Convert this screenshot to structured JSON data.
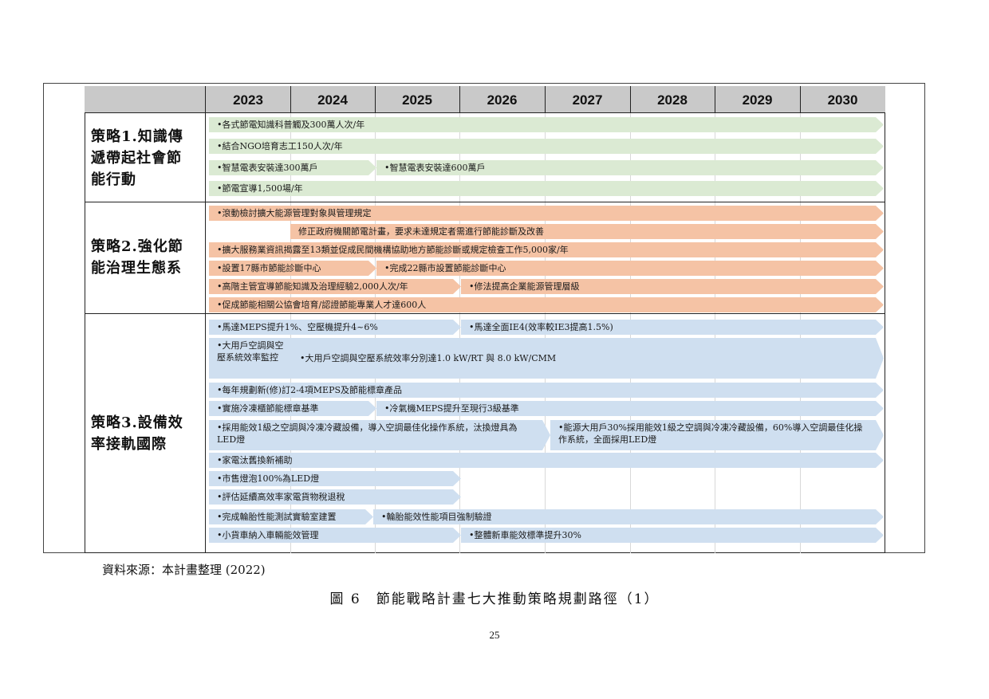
{
  "years": [
    "2023",
    "2024",
    "2025",
    "2026",
    "2027",
    "2028",
    "2029",
    "2030"
  ],
  "strategies": [
    {
      "label_lines": [
        "策略1.知識傳",
        "遞帶起社會節",
        "能行動"
      ]
    },
    {
      "label_lines": [
        "策略2.強化節",
        "能治理生態系"
      ]
    },
    {
      "label_lines": [
        "策略3.設備效",
        "率接軌國際"
      ]
    }
  ],
  "bars": {
    "s1": [
      "•各式節電知識科普觸及300萬人次/年",
      "•結合NGO培育志工150人次/年",
      "•智慧電表安裝達300萬戶",
      "•智慧電表安裝達600萬戶",
      "•節電宣導1,500場/年"
    ],
    "s2": [
      "•滾動檢討擴大能源管理對象與管理規定",
      "修正政府機關節電計畫，要求未達規定者需進行節能診斷及改善",
      "•擴大服務業資訊揭露至13類並促成民間機構協助地方節能診斷或規定檢查工作5,000家/年",
      "•設置17縣市節能診斷中心",
      "•完成22縣市設置節能診斷中心",
      "•高階主管宣導節能知識及治理經驗2,000人次/年",
      "•修法提高企業能源管理層級",
      "•促成節能相關公協會培育/認證節能專業人才達600人"
    ],
    "s3": [
      "•馬達MEPS提升1%、空壓機提升4~6%",
      "•馬達全面IE4(效率較IE3提高1.5%)",
      "•大用戶空調與空壓系統效率監控",
      "•大用戶空調與空壓系統效率分別達1.0 kW/RT 與 8.0 kW/CMM",
      "•每年規劃新(修)訂2-4項MEPS及節能標章產品",
      "•實施冷凍櫃節能標章基準",
      "•冷氣機MEPS提升至現行3級基準",
      "•採用能效1級之空調與冷凍冷藏設備，導入空調最佳化操作系統，汰換燈具為LED燈",
      "•能源大用戶30%採用能效1級之空調與冷凍冷藏設備，60%導入空調最佳化操作系統，全面採用LED燈",
      "•家電汰舊換新補助",
      "•市售燈泡100%為LED燈",
      "•評估延續高效率家電貨物稅退稅",
      "•完成輪胎性能測試實驗室建置",
      "•輪胎能效性能項目強制驗證",
      "•小貨車納入車輛能效管理",
      "•整體新車能效標準提升30%"
    ]
  },
  "footer": {
    "source": "資料來源：本計畫整理 (2022)",
    "caption": "圖 6　節能戰略計畫七大推動策略規劃路徑（1）",
    "page_number": "25"
  }
}
